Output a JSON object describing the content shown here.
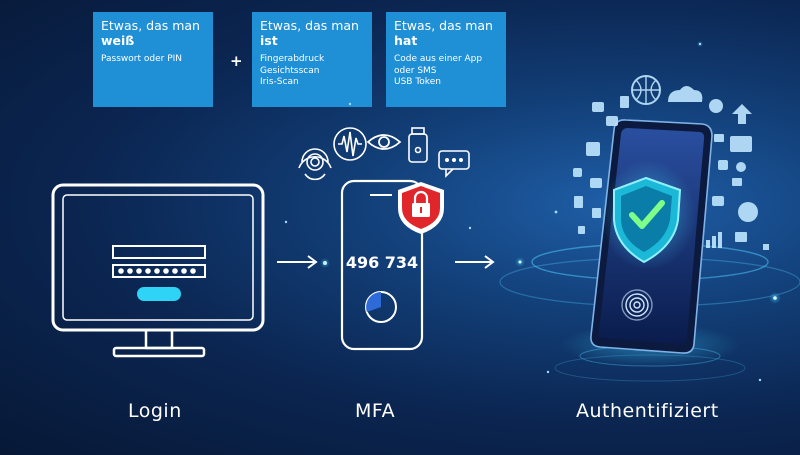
{
  "factors": [
    {
      "line1": "Etwas, das man",
      "line2": "weiß",
      "detail": "Passwort oder PIN"
    },
    {
      "line1": "Etwas, das man",
      "line2": "ist",
      "detail": "Fingerabdruck\nGesichtsscan\nIris-Scan"
    },
    {
      "line1": "Etwas, das man",
      "line2": "hat",
      "detail": "Code aus einer App\noder SMS\nUSB Token"
    }
  ],
  "plus": "+",
  "mfa_code": "496 734",
  "stages": {
    "login": "Login",
    "mfa": "MFA",
    "done": "Authentifiziert"
  },
  "colors": {
    "box": "#1f8fd6",
    "shield_red": "#e0262b",
    "accent_cyan": "#2fd3f5"
  }
}
